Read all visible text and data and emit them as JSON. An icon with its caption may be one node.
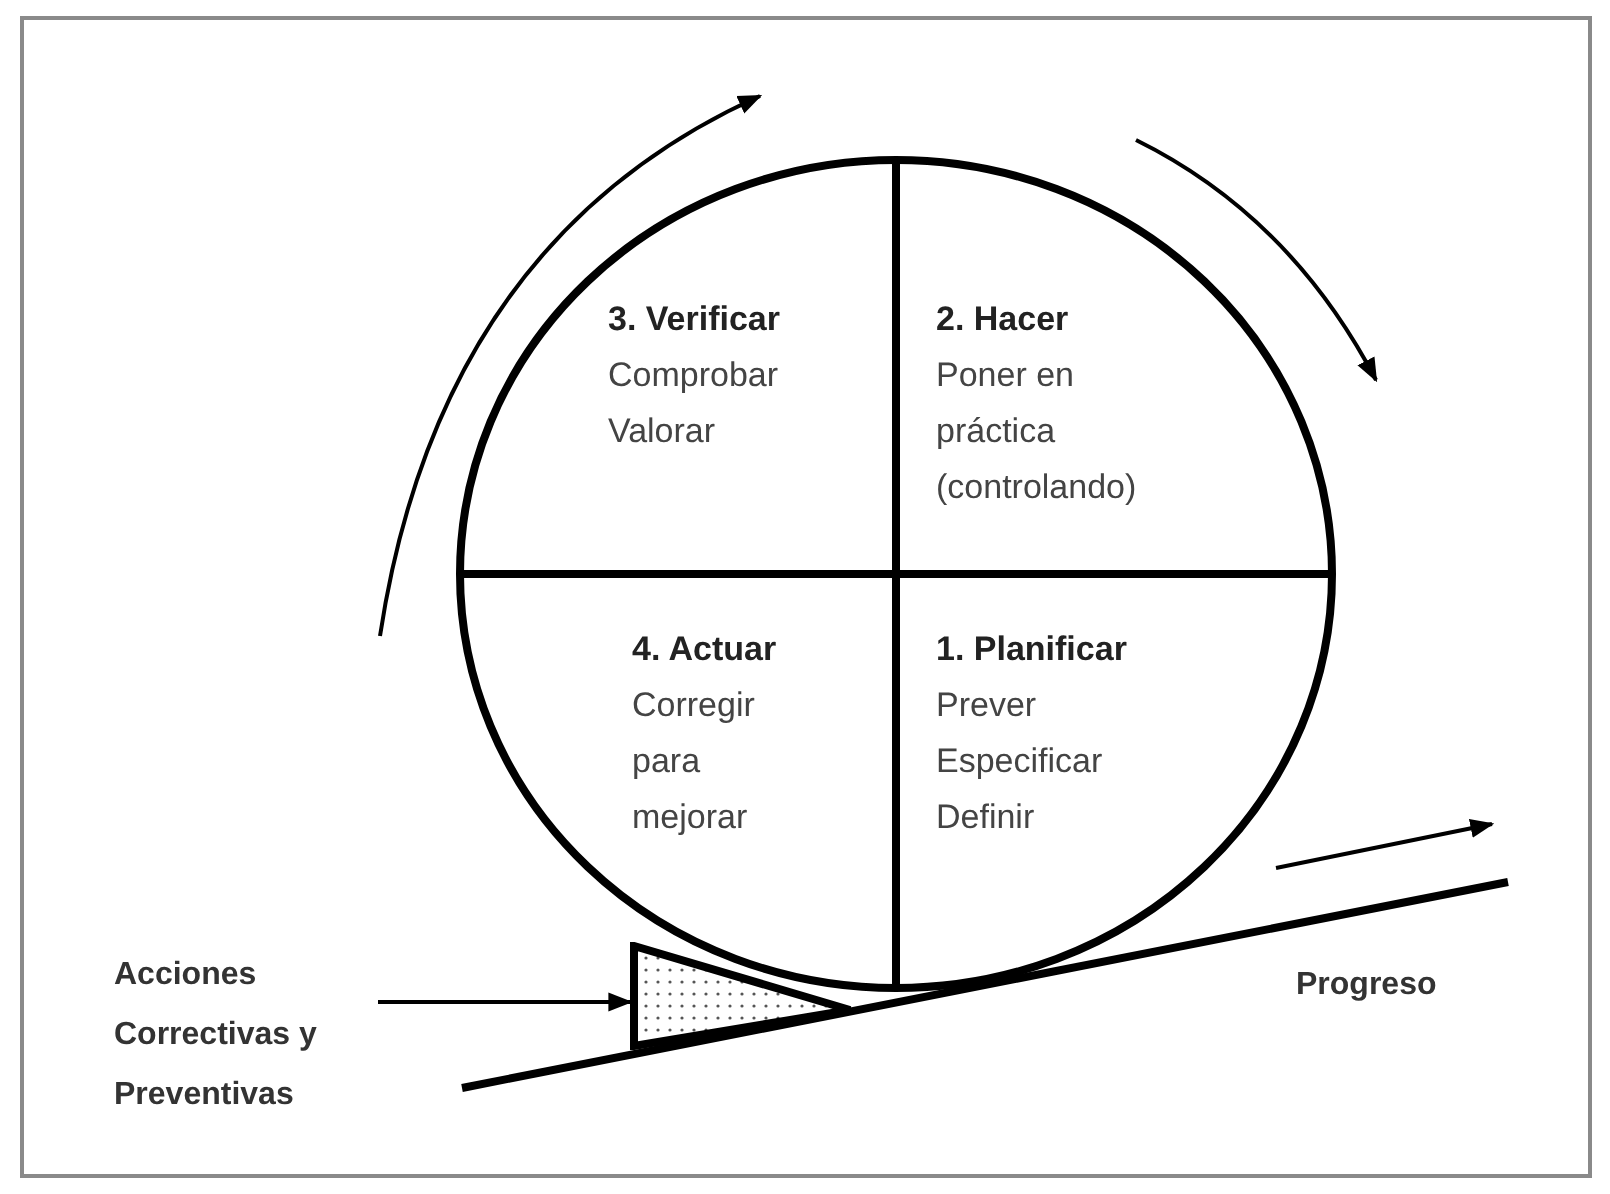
{
  "diagram": {
    "nodes": [
      {
        "text": [],
        "shape": "circle"
      },
      {
        "text": [
          "3. Verificar",
          "Comprobar Valorar"
        ],
        "in": 0
      },
      {
        "text": [
          "2. Hacer",
          "Poner en práctica (controlando)"
        ],
        "in": 0
      },
      {
        "text": [
          "4. Actuar",
          "Corregir para mejorar"
        ],
        "in": 0
      },
      {
        "text": [
          "1. Planificar",
          "Prever Especificar Definir"
        ],
        "in": 0
      },
      {
        "text": [],
        "shape": "wedge"
      },
      {
        "text": [
          "Acciones Correctivas y Preventivas"
        ]
      }
    ],
    "edges": [
      {
        "from": 6,
        "to": 5,
        "arrow": "to"
      }
    ],
    "labels": [
      "Progreso"
    ]
  }
}
